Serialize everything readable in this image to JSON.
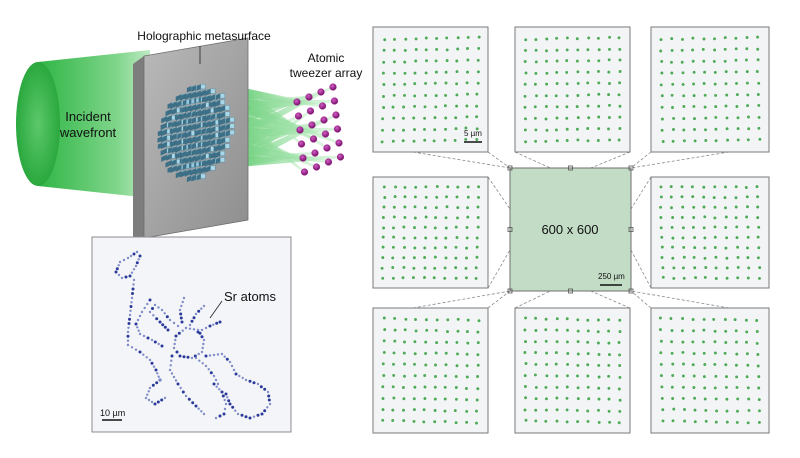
{
  "panel_a": {
    "incident_label_line1": "Incident",
    "incident_label_line2": "wavefront",
    "metasurface_label": "Holographic metasurface",
    "tweezer_label_line1": "Atomic",
    "tweezer_label_line2": "tweezer array"
  },
  "panel_b": {
    "atoms_label": "Sr atoms",
    "scale_label": "10 µm"
  },
  "panel_c": {
    "center_label": "600 x 600",
    "center_scale_label": "250 µm",
    "zoom_scale_label": "5 µm"
  },
  "colors": {
    "beam_green": "#3bbf4a",
    "atom_magenta": "#9b1f8a",
    "tile_blue": "#8fc6dc",
    "spot_green": "#2f9e3a",
    "atom_blue": "#2a3a9a"
  }
}
